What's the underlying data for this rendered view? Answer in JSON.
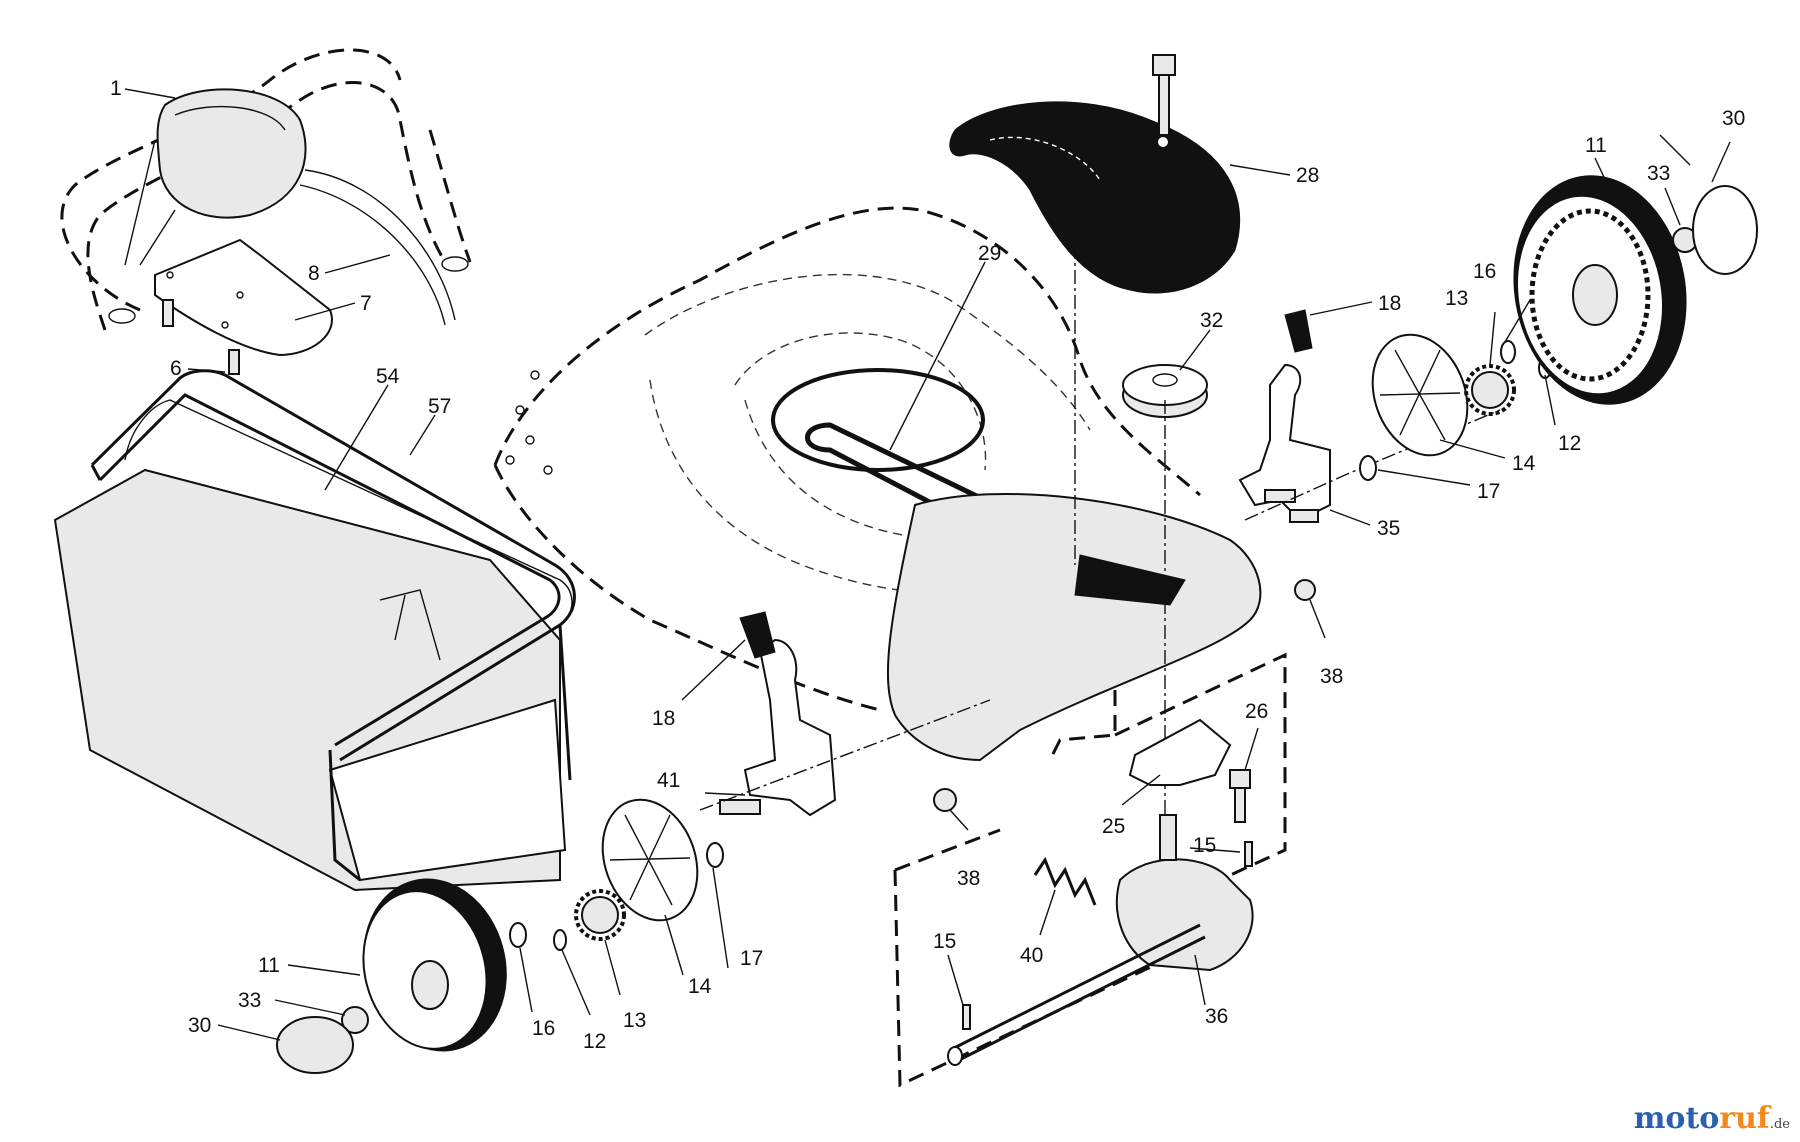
{
  "diagram": {
    "callouts": [
      {
        "id": "c1",
        "text": "1"
      },
      {
        "id": "c8",
        "text": "8"
      },
      {
        "id": "c7",
        "text": "7"
      },
      {
        "id": "c6",
        "text": "6"
      },
      {
        "id": "c54",
        "text": "54"
      },
      {
        "id": "c57",
        "text": "57"
      },
      {
        "id": "c29",
        "text": "29"
      },
      {
        "id": "c28",
        "text": "28"
      },
      {
        "id": "c32",
        "text": "32"
      },
      {
        "id": "c18a",
        "text": "18"
      },
      {
        "id": "c18b",
        "text": "18"
      },
      {
        "id": "c11a",
        "text": "11"
      },
      {
        "id": "c11b",
        "text": "11"
      },
      {
        "id": "c30a",
        "text": "30"
      },
      {
        "id": "c30b",
        "text": "30"
      },
      {
        "id": "c33a",
        "text": "33"
      },
      {
        "id": "c33b",
        "text": "33"
      },
      {
        "id": "c16a",
        "text": "16"
      },
      {
        "id": "c16b",
        "text": "16"
      },
      {
        "id": "c13a",
        "text": "13"
      },
      {
        "id": "c13b",
        "text": "13"
      },
      {
        "id": "c12a",
        "text": "12"
      },
      {
        "id": "c12b",
        "text": "12"
      },
      {
        "id": "c14a",
        "text": "14"
      },
      {
        "id": "c14b",
        "text": "14"
      },
      {
        "id": "c17a",
        "text": "17"
      },
      {
        "id": "c17b",
        "text": "17"
      },
      {
        "id": "c35",
        "text": "35"
      },
      {
        "id": "c38a",
        "text": "38"
      },
      {
        "id": "c38b",
        "text": "38"
      },
      {
        "id": "c26",
        "text": "26"
      },
      {
        "id": "c25",
        "text": "25"
      },
      {
        "id": "c15a",
        "text": "15"
      },
      {
        "id": "c15b",
        "text": "15"
      },
      {
        "id": "c40",
        "text": "40"
      },
      {
        "id": "c36",
        "text": "36"
      },
      {
        "id": "c41",
        "text": "41"
      }
    ]
  },
  "watermark": {
    "part1": "moto",
    "part2": "ruf",
    "part3": ".de"
  }
}
